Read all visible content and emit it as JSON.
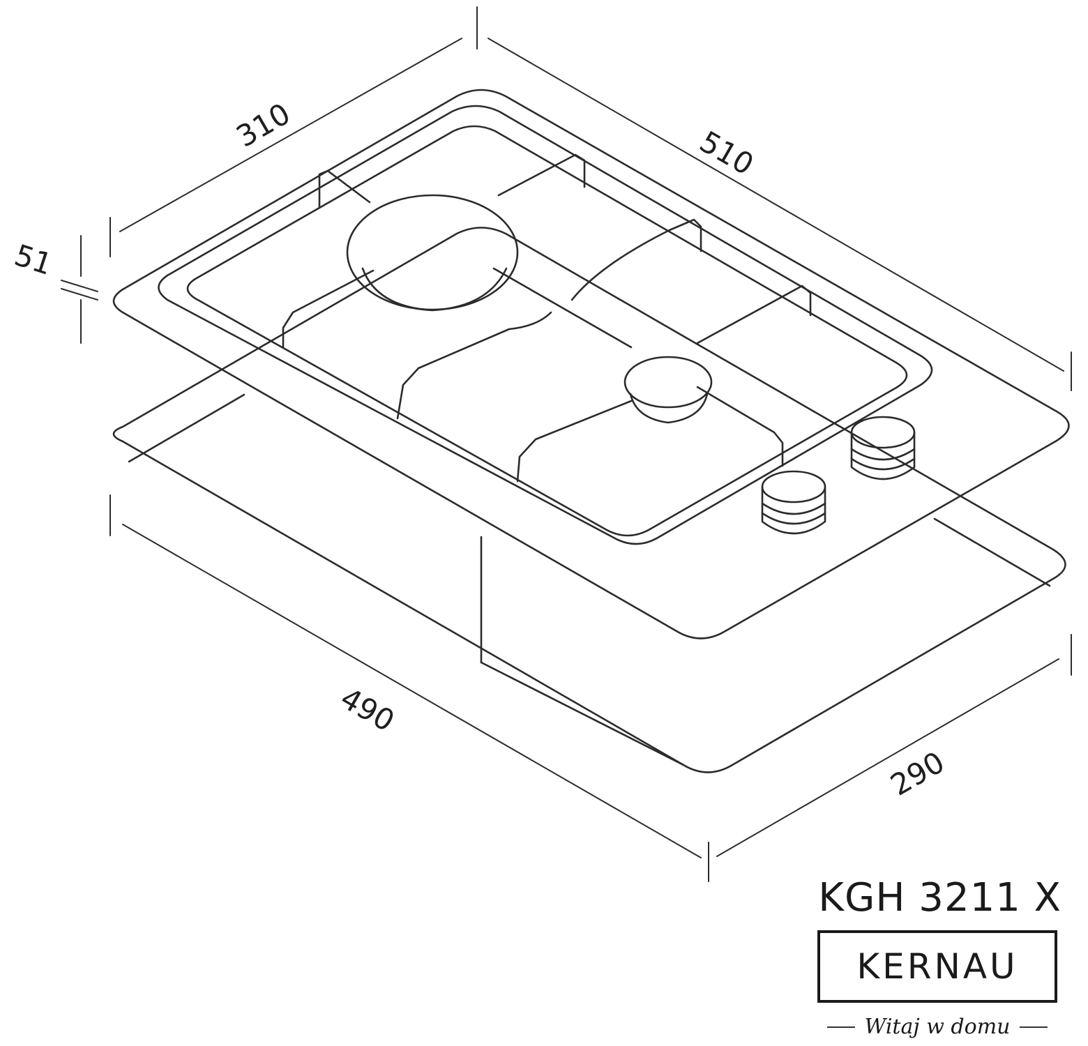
{
  "dimensions": {
    "depth_top": "310",
    "width_top": "510",
    "height": "51",
    "cutout_width": "490",
    "cutout_depth": "290"
  },
  "product": {
    "model": "KGH 3211 X",
    "brand": "KERNAU",
    "tagline": "Witaj w domu"
  },
  "colors": {
    "line": "#2b2b2b",
    "background": "#ffffff"
  }
}
